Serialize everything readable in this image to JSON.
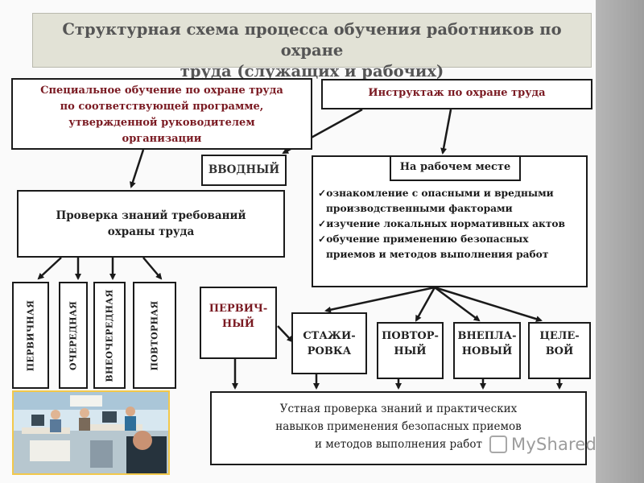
{
  "title": [
    "Структурная схема процесса обучения работников по охране",
    "труда (служащих и рабочих)"
  ],
  "special_training": [
    "Специальное обучение по охране труда",
    "по соответствующей программе,",
    "утвержденной руководителем",
    "организации"
  ],
  "briefing": "Инструктаж по охране труда",
  "introductory": "ВВОДНЫЙ",
  "workplace": {
    "title": "На рабочем месте",
    "items": [
      "✓ознакомление с опасными и вредными",
      "производственными факторами",
      "✓изучение локальных нормативных актов",
      "✓обучение применению безопасных",
      "приемов и методов выполнения работ"
    ]
  },
  "knowledge_check": [
    "Проверка знаний требований",
    "охраны труда"
  ],
  "check_types": [
    "ПЕРВИЧНАЯ",
    "ОЧЕРЕДНАЯ",
    "ВНЕОЧЕРЕДНАЯ",
    "ПОВТОРНАЯ"
  ],
  "primary": [
    "ПЕРВИЧ-",
    "НЫЙ"
  ],
  "workplace_types": [
    [
      "СТАЖИ-",
      "РОВКА"
    ],
    [
      "ПОВТОР-",
      "НЫЙ"
    ],
    [
      "ВНЕПЛА-",
      "НОВЫЙ"
    ],
    [
      "ЦЕЛЕ-",
      "ВОЙ"
    ]
  ],
  "oral_check": [
    "Устная проверка знаний и практических",
    "навыков применения безопасных приемов",
    "и методов выполнения работ"
  ],
  "watermark": "MyShared",
  "colors": {
    "title_bg": "#e2e2d6",
    "accent_text": "#7a1a22",
    "picture_frame": "#f2c84b"
  }
}
